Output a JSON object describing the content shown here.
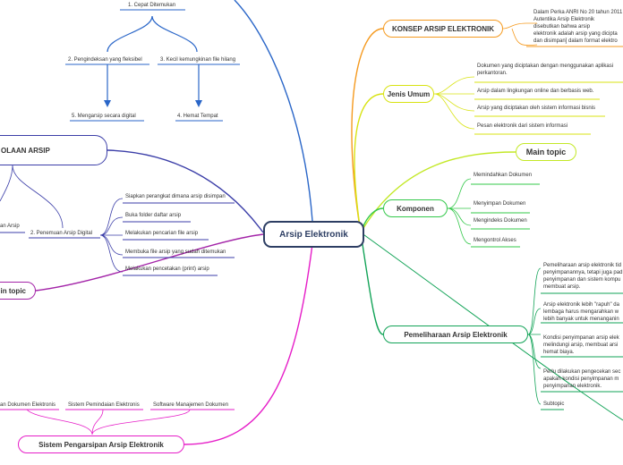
{
  "center": "Arsip Elektronik",
  "colors": {
    "center": "#2d3e63",
    "konsep": "#f59a1f",
    "jenis": "#d8e312",
    "main": "#c3e826",
    "komponen": "#33c84a",
    "pemeliharaan": "#12a357",
    "sistem": "#e61ec8",
    "pengelolaan": "#3b3ea8",
    "top_branch": "#2a66c8",
    "left_main": "#a324a8"
  },
  "konsep": {
    "label": "KONSEP ARSIP ELEKTRONIK",
    "lines": [
      "Dalam Perka ANRI No 20 tahun 2011",
      "Autentika Arsip Elektronik",
      "disebutkan bahwa arsip",
      "elektronik adalah arsip yang dicipta",
      "dan disimpan] dalam format elektro"
    ]
  },
  "jenis": {
    "label": "Jenis Umum",
    "items": [
      "Dokumen yang diciptakan dengan menggunakan aplikasi perkantoran.",
      "Arsip dalam lingkungan online dan berbasis web.",
      "Arsip yang diciptakan oleh sistem informasi bisnis",
      "Pesan elektronik dari sistem informasi"
    ]
  },
  "main_topic_right": "Main topic",
  "komponen": {
    "label": "Komponen",
    "items": [
      "Memindahkan Dokumen",
      "Menyimpan Dokumen",
      "Mengindeks Dokumen",
      "Mengontrol Akses"
    ]
  },
  "pemeliharaan": {
    "label": "Pemeliharaan Arsip Elektronik",
    "items": [
      [
        "Pemeliharaan arsip elektronik tid",
        "penyimpanannya, tetapi juga pad",
        "penyimpanan dan sistem kompu",
        "membuat arsip."
      ],
      [
        "Arsip elektronik lebih \"rapuh\" da",
        "lembaga harus mengarahkan w",
        "lebih banyak untuk menanganin"
      ],
      [
        "Kondisi penyimpanan arsip elek",
        "melindungi arsip, membuat arsi",
        "hemat biaya."
      ],
      [
        "Perlu dilakukan pengecekan sec",
        "apakah kondisi penyimpanan m",
        "penyimpanan elektronik."
      ],
      [
        "Subtopic"
      ]
    ]
  },
  "sistem": {
    "label": "Sistem Pengarsipan Arsip Elektronik",
    "items": [
      "an Dokumen Elektronis",
      "Sistem Pemindaian Elektronis",
      "Software Manajemen Dokumen"
    ]
  },
  "pengelolaan": {
    "label": "OLAAN ARSIP",
    "sub": [
      "an Arsip",
      "2. Penemuan Arsip Digital"
    ]
  },
  "penemuan_steps": [
    "Siapkan perangkat dimana arsip disimpan",
    "Buka folder daftar arsip",
    "Melakukan pencarian file arsip",
    "Membuka file arsip yang sudah ditemukan",
    "Melakukan pencetakan (print) arsip"
  ],
  "left_main_topic": "in topic",
  "top_branch": {
    "root": "1. Cepat Ditemukan",
    "children": [
      "2. Pengindeksan yang fleksibel",
      "3. Kecil kemungkinan file hilang"
    ],
    "leaves": [
      "5. Mengarsip secara digital",
      "4. Hemat Tempat"
    ]
  }
}
